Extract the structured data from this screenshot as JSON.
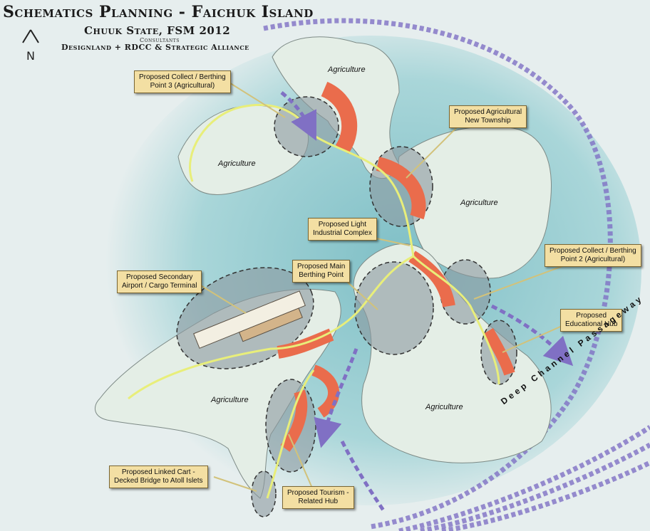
{
  "header": {
    "title": "Schematics Planning - Faichuk Island",
    "subtitle": "Chuuk State, FSM 2012",
    "consultants_label": "Consultants",
    "consultants": "Designland + RDCC & Strategic Alliance"
  },
  "north_letter": "N",
  "deep_channel": "Deep Channel Passageway",
  "callouts": [
    {
      "id": "collect3",
      "lines": [
        "Proposed Collect / Berthing",
        "Point 3 (Agricultural)"
      ]
    },
    {
      "id": "township",
      "lines": [
        "Proposed Agricultural",
        "New Township"
      ]
    },
    {
      "id": "industrial",
      "lines": [
        "Proposed Light",
        "Industrial Complex"
      ]
    },
    {
      "id": "mainberth",
      "lines": [
        "Proposed Main",
        "Berthing Point"
      ]
    },
    {
      "id": "airport",
      "lines": [
        "Proposed Secondary",
        "Airport / Cargo Terminal"
      ]
    },
    {
      "id": "collect2",
      "lines": [
        "Proposed Collect / Berthing",
        "Point 2 (Agricultural)"
      ]
    },
    {
      "id": "edu",
      "lines": [
        "Proposed",
        "Educational Hub"
      ]
    },
    {
      "id": "cart",
      "lines": [
        "Proposed Linked Cart -",
        "Decked Bridge to Atoll Islets"
      ]
    },
    {
      "id": "tourism",
      "lines": [
        "Proposed Tourism -",
        "Related Hub"
      ]
    }
  ],
  "region_label": "Agriculture",
  "colors": {
    "water": "#9fcfd3",
    "land": "#e4eee6",
    "zone": "#8c9aa0",
    "hub": "#ea6c4c",
    "route": "#e8ee7a",
    "channel": "#8070c4",
    "label": "#f3dfa3"
  }
}
